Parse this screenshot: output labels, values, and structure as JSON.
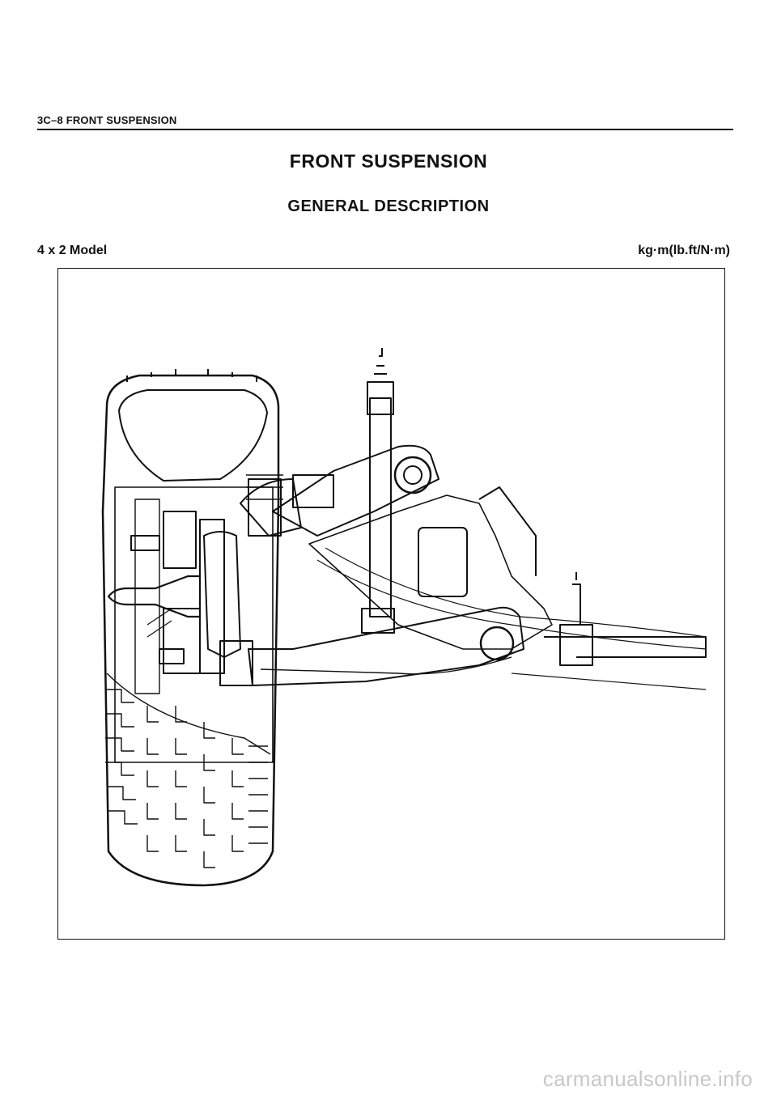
{
  "header": {
    "section_title": "3C–8 FRONT SUSPENSION"
  },
  "title": "FRONT SUSPENSION",
  "subtitle": "GENERAL DESCRIPTION",
  "model_label": "4 x 2 Model",
  "unit_label": "kg·m(lb.ft/N·m)",
  "figure": {
    "icon": "front-suspension-cutaway-illustration"
  },
  "watermark": "carmanualsonline.info"
}
